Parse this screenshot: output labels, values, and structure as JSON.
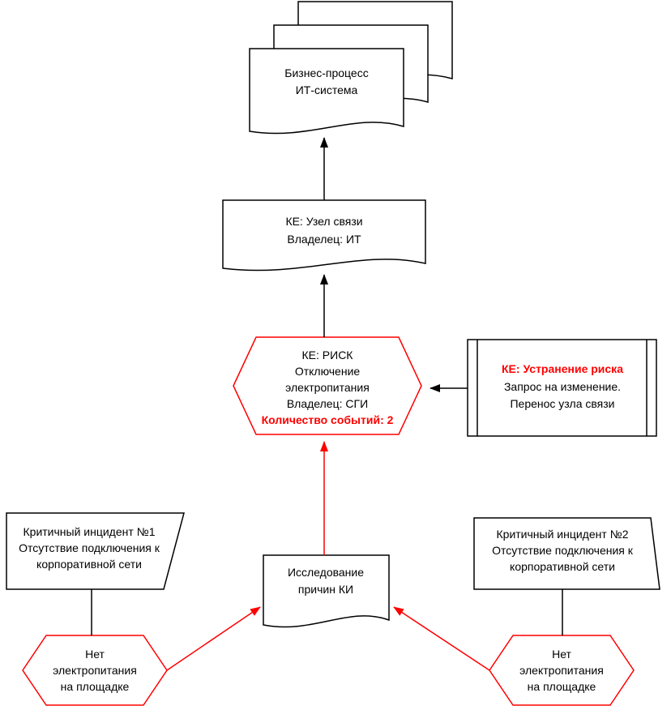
{
  "colors": {
    "accent_red": "#ff0000",
    "line_black": "#000000"
  },
  "nodes": {
    "business_docs": {
      "lines": [
        "Бизнес-процесс",
        "ИТ-система"
      ]
    },
    "ke_node": {
      "lines": [
        "КЕ: Узел связи",
        "Владелец: ИТ"
      ]
    },
    "risk": {
      "lines": [
        "КЕ: РИСК",
        "Отключение",
        "электропитания",
        "Владелец: СГИ",
        "Количество событий: 2"
      ]
    },
    "fix": {
      "lines": [
        "КЕ: Устранение риска",
        "Запрос на изменение.",
        "Перенос узла связи"
      ]
    },
    "research": {
      "lines": [
        "Исследование",
        "причин КИ"
      ]
    },
    "incident1": {
      "lines": [
        "Критичный инцидент №1",
        "Отсутствие подключения к",
        "корпоративной сети"
      ]
    },
    "incident2": {
      "lines": [
        "Критичный инцидент №2",
        "Отсутствие подключения к",
        "корпоративной сети"
      ]
    },
    "power_left": {
      "lines": [
        "Нет",
        "электропитания",
        "на площадке"
      ]
    },
    "power_right": {
      "lines": [
        "Нет",
        "электропитания",
        "на площадке"
      ]
    }
  }
}
